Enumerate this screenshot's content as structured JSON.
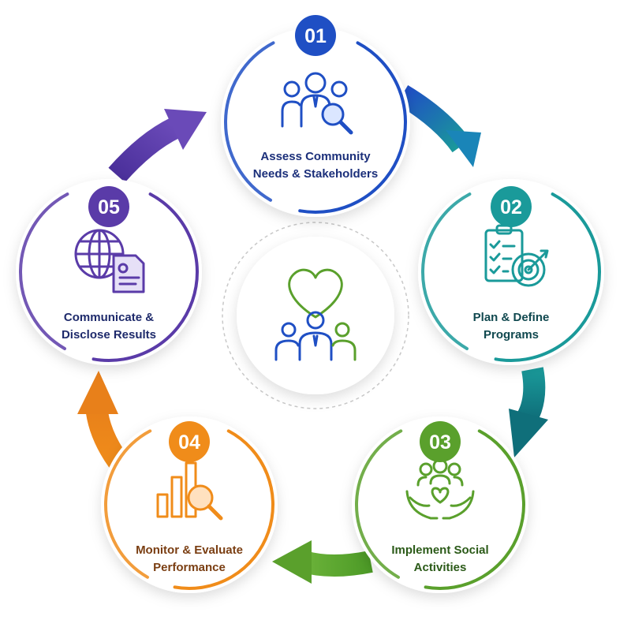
{
  "steps": [
    {
      "number": "01",
      "label_lines": [
        "Assess Community",
        "Needs & Stakeholders"
      ],
      "color": "#1f4fc4",
      "text_color": "#1b2f7a",
      "icon": "people-search-icon"
    },
    {
      "number": "02",
      "label_lines": [
        "Plan & Define",
        "Programs"
      ],
      "color": "#1a9a9a",
      "text_color": "#10484f",
      "icon": "clipboard-target-icon"
    },
    {
      "number": "03",
      "label_lines": [
        "Implement Social",
        "Activities"
      ],
      "color": "#5aa02c",
      "text_color": "#2b5a18",
      "icon": "hands-community-icon"
    },
    {
      "number": "04",
      "label_lines": [
        "Monitor & Evaluate",
        "Performance"
      ],
      "color": "#f08c1a",
      "text_color": "#7a3e12",
      "icon": "bar-chart-magnifier-icon"
    },
    {
      "number": "05",
      "label_lines": [
        "Communicate &",
        "Disclose Results"
      ],
      "color": "#5a3ba8",
      "text_color": "#1e2a6b",
      "icon": "globe-document-icon"
    }
  ],
  "center": {
    "icon": "heart-community-icon"
  },
  "arrows": [
    {
      "from": "01",
      "to": "02",
      "color": "#1f5fc4"
    },
    {
      "from": "02",
      "to": "03",
      "color": "#138a8a"
    },
    {
      "from": "03",
      "to": "04",
      "color": "#5aa02c"
    },
    {
      "from": "04",
      "to": "05",
      "color": "#f08c1a"
    },
    {
      "from": "05",
      "to": "01",
      "color": "#5a3ba8"
    }
  ]
}
